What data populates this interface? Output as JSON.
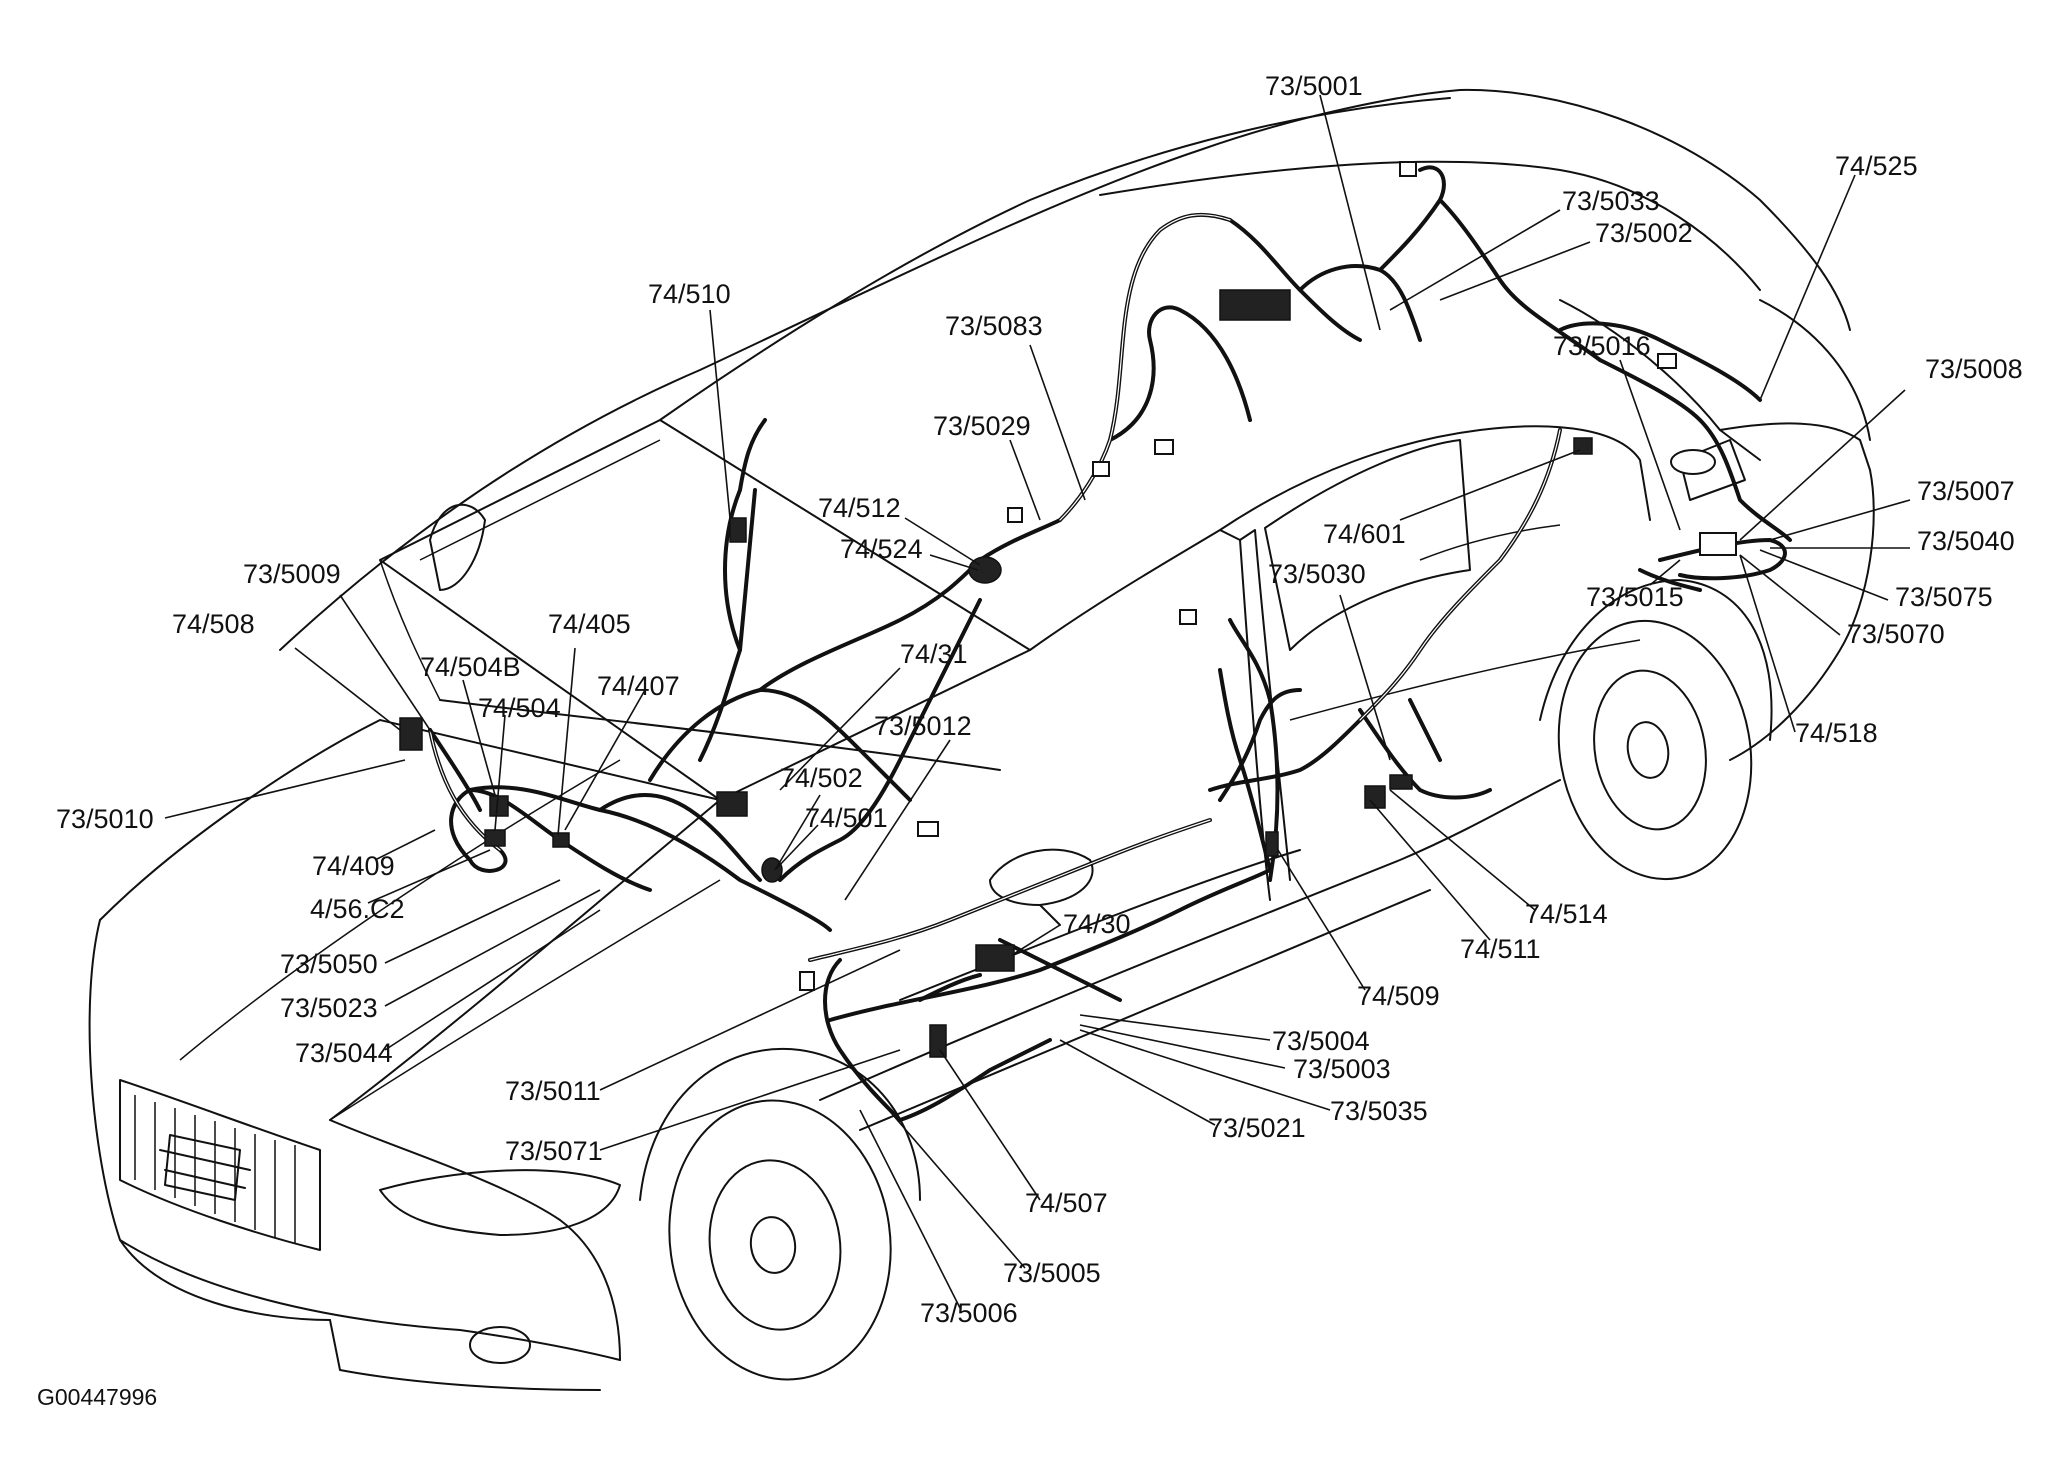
{
  "figure_id": "G00447996",
  "labels": [
    {
      "id": "l1",
      "text": "73/5001"
    },
    {
      "id": "l2",
      "text": "74/525"
    },
    {
      "id": "l3",
      "text": "73/5033"
    },
    {
      "id": "l4",
      "text": "73/5002"
    },
    {
      "id": "l5",
      "text": "74/510"
    },
    {
      "id": "l6",
      "text": "73/5083"
    },
    {
      "id": "l7",
      "text": "73/5016"
    },
    {
      "id": "l8",
      "text": "73/5008"
    },
    {
      "id": "l9",
      "text": "73/5029"
    },
    {
      "id": "l10",
      "text": "74/512"
    },
    {
      "id": "l11",
      "text": "73/5007"
    },
    {
      "id": "l12",
      "text": "74/524"
    },
    {
      "id": "l13",
      "text": "74/601"
    },
    {
      "id": "l14",
      "text": "73/5040"
    },
    {
      "id": "l15",
      "text": "73/5009"
    },
    {
      "id": "l16",
      "text": "73/5030"
    },
    {
      "id": "l17",
      "text": "73/5015"
    },
    {
      "id": "l18",
      "text": "73/5075"
    },
    {
      "id": "l19",
      "text": "74/508"
    },
    {
      "id": "l20",
      "text": "74/405"
    },
    {
      "id": "l21",
      "text": "74/31"
    },
    {
      "id": "l22",
      "text": "73/5070"
    },
    {
      "id": "l23",
      "text": "74/504B"
    },
    {
      "id": "l24",
      "text": "74/407"
    },
    {
      "id": "l25",
      "text": "74/504"
    },
    {
      "id": "l26",
      "text": "73/5012"
    },
    {
      "id": "l27",
      "text": "74/518"
    },
    {
      "id": "l28",
      "text": "74/502"
    },
    {
      "id": "l29",
      "text": "73/5010"
    },
    {
      "id": "l30",
      "text": "74/501"
    },
    {
      "id": "l31",
      "text": "74/409"
    },
    {
      "id": "l32",
      "text": "74/514"
    },
    {
      "id": "l33",
      "text": "4/56.C2"
    },
    {
      "id": "l34",
      "text": "74/30"
    },
    {
      "id": "l35",
      "text": "74/511"
    },
    {
      "id": "l36",
      "text": "73/5050"
    },
    {
      "id": "l37",
      "text": "74/509"
    },
    {
      "id": "l38",
      "text": "73/5023"
    },
    {
      "id": "l39",
      "text": "73/5004"
    },
    {
      "id": "l40",
      "text": "73/5044"
    },
    {
      "id": "l41",
      "text": "73/5003"
    },
    {
      "id": "l42",
      "text": "73/5011"
    },
    {
      "id": "l43",
      "text": "73/5035"
    },
    {
      "id": "l44",
      "text": "73/5021"
    },
    {
      "id": "l45",
      "text": "73/5071"
    },
    {
      "id": "l46",
      "text": "74/507"
    },
    {
      "id": "l47",
      "text": "73/5005"
    },
    {
      "id": "l48",
      "text": "73/5006"
    }
  ]
}
